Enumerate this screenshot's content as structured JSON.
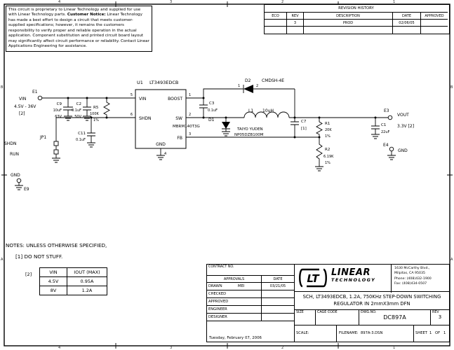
{
  "zones": {
    "top": [
      "4",
      "3",
      "2",
      "1"
    ],
    "bottom": [
      "4",
      "3",
      "2",
      "1"
    ],
    "left": [
      "B",
      "A"
    ],
    "right": [
      "B",
      "A"
    ]
  },
  "notice": {
    "intro": "This circuit is proprietary to Linear Technology and supplied for use with Linear Technology parts.",
    "label": "Customer Notice:",
    "body": " Linear Technology has made a best effort to design a circuit that meets customer-supplied specifications; however, it remains the customers responsibility to verify proper and reliable operation in the actual application. Component substitution and printed circuit board layout may significantly affect circuit performance or reliability. Contact Linear Applications Engineering for assistance."
  },
  "revision_history": {
    "title": "REVISION HISTORY",
    "headers": [
      "ECO",
      "REV",
      "DESCRIPTION",
      "DATE",
      "APPROVED"
    ],
    "row": {
      "eco": "",
      "rev": "3",
      "description": "PROD",
      "date": "02/06/05",
      "approved": ""
    }
  },
  "schematic": {
    "u1": {
      "ref": "U1",
      "part": "LT3493EDCB",
      "pin_vin": "VIN",
      "pin_shdn": "SHDN",
      "pin_boost": "BOOST",
      "pin_sw": "SW",
      "pin_fb": "FB",
      "pin_gnd": "GND",
      "num_vin": "5",
      "num_shdn": "6",
      "num_boost": "1",
      "num_sw": "2",
      "num_fb": "3",
      "num_gnd": "4"
    },
    "e1": {
      "ref": "E1",
      "label": "VIN",
      "range": "4.5V - 36V",
      "note": "[2]"
    },
    "c9": {
      "ref": "C9",
      "value": "10uF",
      "volt": "63V"
    },
    "c2": {
      "ref": "C2",
      "value": "0.1uF",
      "volt": "50V"
    },
    "r5": {
      "ref": "R5",
      "value": "100K",
      "tol": "1%"
    },
    "jp1": {
      "ref": "JP1",
      "pos_top": "SHDN",
      "pos_bottom": "RUN"
    },
    "c11": {
      "ref": "C11",
      "value": "0.1uF"
    },
    "e9": {
      "ref": "E9",
      "label": "GND"
    },
    "c3": {
      "ref": "C3",
      "value": "0.1uF"
    },
    "d2": {
      "ref": "D2",
      "part": "CMDSH-4E",
      "pin1": "1",
      "pin2": "2"
    },
    "d1": {
      "ref": "D1",
      "part": "MBRM140T3G"
    },
    "l1": {
      "ref": "L1",
      "value": "10uH",
      "mfr1": "TAIYO YUDEN",
      "mfr2": "NP05DZB100M"
    },
    "c7": {
      "ref": "C7",
      "note": "[1]"
    },
    "r1": {
      "ref": "R1",
      "value": "20K",
      "tol": "1%"
    },
    "r2": {
      "ref": "R2",
      "value": "6.19K",
      "tol": "1%"
    },
    "c1": {
      "ref": "C1",
      "value": "22uF"
    },
    "e3": {
      "ref": "E3",
      "label": "VOUT",
      "value": "3.3V [2]"
    },
    "e4": {
      "ref": "E4",
      "label": "GND"
    }
  },
  "notes": {
    "heading": "NOTES: UNLESS OTHERWISE SPECIFIED,",
    "note1": "[1] DO NOT STUFF."
  },
  "spec_table": {
    "ref": "[2]",
    "col1": "VIN",
    "col2": "IOUT (MAX)",
    "rows": [
      {
        "vin": "4.5V",
        "iout": "0.95A"
      },
      {
        "vin": "8V",
        "iout": "1.2A"
      }
    ]
  },
  "title_block": {
    "contract_label": "CONTRACT NO.",
    "approvals_label": "APPROVALS",
    "date_label": "DATE",
    "drawn_label": "DRAWN",
    "drawn_name": "MEI",
    "drawn_date": "03/21/05",
    "checked_label": "CHECKED",
    "approved_label": "APPROVED",
    "engineer_label": "ENGINEER",
    "designer_label": "DESIGNER",
    "footer_date": "Tuesday, February 07, 2006",
    "logo_mark": "LT",
    "company_line1": "LINEAR",
    "company_line2": "TECHNOLOGY",
    "address1": "1630 McCarthy Blvd.,",
    "address2": "Milpitas, CA 95035",
    "address3": "Phone: (408)432-1900",
    "address4": "Fax: (408)434-0507",
    "title_line1": "SCH, LT3493EDCB, 1.2A, 750KHz STEP-DOWN SWITCHING",
    "title_line2": "REGULATOR IN 2mmX3mm DFN",
    "size_label": "SIZE",
    "cage_label": "CAGE CODE",
    "dwg_label": "DWG.NO.",
    "dwg_no": "DC897A",
    "rev_label": "REV",
    "rev": "3",
    "scale_label": "SCALE:",
    "filename_label": "FILENAME:",
    "filename": "897A-3.DSN",
    "sheet_label": "SHEET",
    "sheet_no": "1",
    "of_label": "OF",
    "of_no": "1"
  }
}
